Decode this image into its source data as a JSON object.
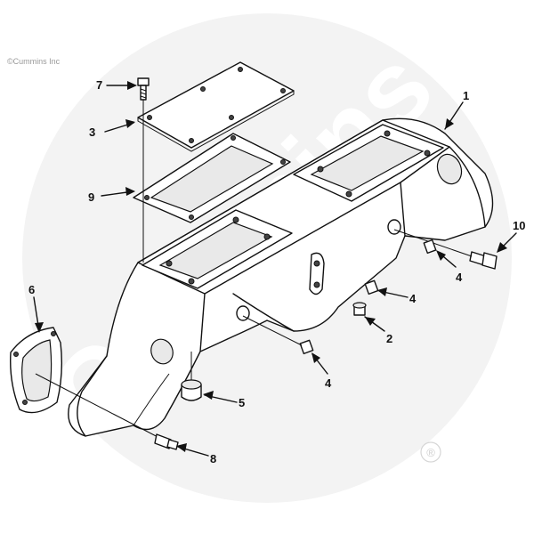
{
  "copyright": "©Cummins Inc",
  "watermark": {
    "text": "Cummins",
    "registered_mark": "®",
    "color": "#f0f0f0"
  },
  "callouts": [
    {
      "id": "1",
      "label": "1"
    },
    {
      "id": "2",
      "label": "2"
    },
    {
      "id": "3",
      "label": "3"
    },
    {
      "id": "4a",
      "label": "4"
    },
    {
      "id": "4b",
      "label": "4"
    },
    {
      "id": "4c",
      "label": "4"
    },
    {
      "id": "5",
      "label": "5"
    },
    {
      "id": "6",
      "label": "6"
    },
    {
      "id": "7",
      "label": "7"
    },
    {
      "id": "8",
      "label": "8"
    },
    {
      "id": "9",
      "label": "9"
    },
    {
      "id": "10",
      "label": "10"
    }
  ]
}
